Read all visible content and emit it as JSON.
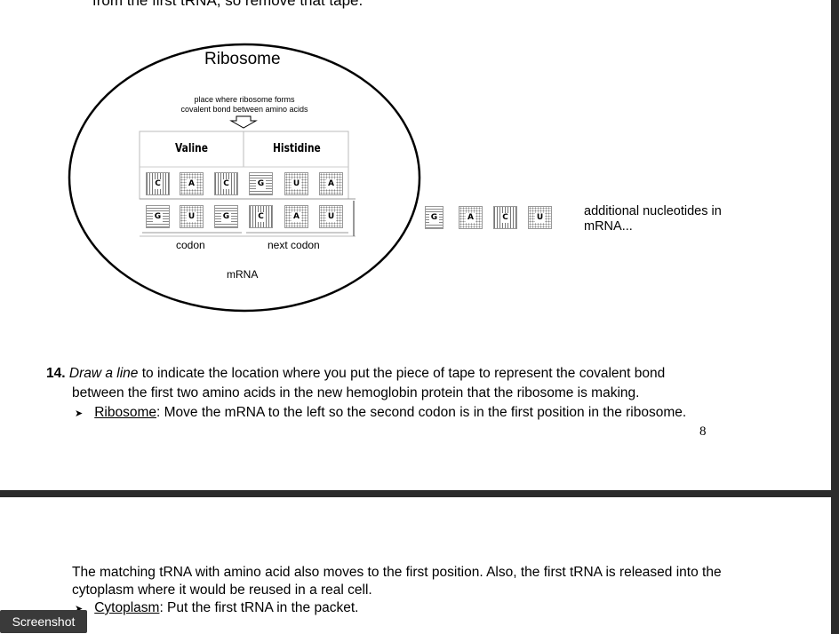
{
  "top_cut_text": "from the first tRNA, so remove that tape.",
  "diagram": {
    "title": "Ribosome",
    "note_line1": "place where ribosome forms",
    "note_line2": "covalent bond between amino acids",
    "amino_acid_1": "Valine",
    "amino_acid_2": "Histidine",
    "trna_1": [
      "C",
      "A",
      "C"
    ],
    "trna_2": [
      "G",
      "U",
      "A"
    ],
    "mrna_codon_1": [
      "G",
      "U",
      "G"
    ],
    "mrna_codon_2": [
      "C",
      "A",
      "U"
    ],
    "mrna_extra": [
      "G",
      "A",
      "C",
      "U"
    ],
    "codon_label": "codon",
    "next_codon_label": "next codon",
    "mrna_label": "mRNA",
    "additional_line1": "additional nucleotides in",
    "additional_line2": "mRNA..."
  },
  "question": {
    "number": "14.",
    "italic_part": "Draw a line",
    "line1_rest": " to indicate the location where you put the piece of tape to represent the covalent bond",
    "line2": "between the first two amino acids in the new hemoglobin protein that the ribosome is making.",
    "bullet_link": "Ribosome",
    "bullet_rest": ": Move the mRNA to the left so the second codon is in the first position in the ribosome.",
    "page_number": "8"
  },
  "next_page": {
    "line1": "The matching tRNA with amino acid also moves to the first position.  Also, the first tRNA is released into the",
    "line2": "cytoplasm where it would be reused in a real cell.",
    "bullet_link": "Cytoplasm",
    "bullet_rest": ": Put the first tRNA in the packet."
  },
  "screenshot_tag": "Screenshot"
}
